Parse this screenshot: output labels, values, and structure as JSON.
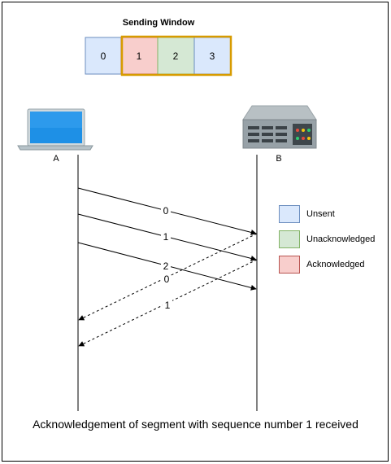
{
  "title": "Sending Window",
  "window_cells": [
    {
      "label": "0",
      "state": "unsent"
    },
    {
      "label": "1",
      "state": "acknowledged"
    },
    {
      "label": "2",
      "state": "unacknowledged"
    },
    {
      "label": "3",
      "state": "unsent"
    }
  ],
  "hosts": {
    "a_label": "A",
    "b_label": "B"
  },
  "messages": [
    {
      "label": "0",
      "direction": "A-to-B",
      "style": "solid"
    },
    {
      "label": "1",
      "direction": "A-to-B",
      "style": "solid"
    },
    {
      "label": "2",
      "direction": "A-to-B",
      "style": "solid"
    },
    {
      "label": "0",
      "direction": "B-to-A",
      "style": "dashed"
    },
    {
      "label": "1",
      "direction": "B-to-A",
      "style": "dashed"
    }
  ],
  "legend": [
    {
      "label": "Unsent",
      "fill": "#dae8fc",
      "stroke": "#6c8ebf"
    },
    {
      "label": "Unacknowledged",
      "fill": "#d5e8d4",
      "stroke": "#82b366"
    },
    {
      "label": "Acknowledged",
      "fill": "#f8cecc",
      "stroke": "#b85450"
    }
  ],
  "colors": {
    "unsent": "#dae8fc",
    "unacknowledged": "#d5e8d4",
    "acknowledged": "#f8cecc",
    "window_border": "#d79b00"
  },
  "caption": "Acknowledgement of segment with sequence number 1 received"
}
